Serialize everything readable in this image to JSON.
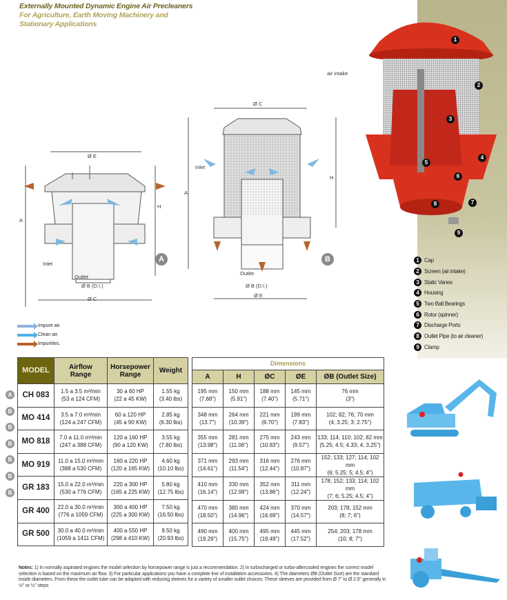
{
  "header": {
    "title": "Externally Mounted Dynamic Engine Air Precleaners",
    "subtitle_line1": "For Agriculture, Earth Moving Machinery and",
    "subtitle_line2": "Stationary Applications"
  },
  "drawing_a": {
    "letter": "A",
    "labels": {
      "e": "Ø E",
      "c": "Ø C",
      "b": "Ø B (D.I.)",
      "a": "A",
      "h": "H",
      "inlet": "Inlet",
      "outlet": "Outlet"
    }
  },
  "drawing_b": {
    "letter": "B",
    "labels": {
      "c": "Ø C",
      "e": "Ø E",
      "b": "Ø B (D.I.)",
      "a": "A",
      "h": "H",
      "inlet": "Inlet",
      "outlet": "Outlet"
    }
  },
  "cutaway": {
    "air_intake_label": "air intake",
    "callouts": [
      "1",
      "2",
      "3",
      "4",
      "5",
      "6",
      "7",
      "8",
      "9"
    ]
  },
  "parts": [
    {
      "n": "1",
      "label": "Cap"
    },
    {
      "n": "2",
      "label": "Screen (air intake)"
    },
    {
      "n": "3",
      "label": "Static Vanes"
    },
    {
      "n": "4",
      "label": "Housing"
    },
    {
      "n": "5",
      "label": "Two Ball Bearings"
    },
    {
      "n": "6",
      "label": "Rotor (spinner)"
    },
    {
      "n": "7",
      "label": "Discharge Ports"
    },
    {
      "n": "8",
      "label": "Outlet Pipe (to air cleaner)"
    },
    {
      "n": "9",
      "label": "Clamp"
    }
  ],
  "legend": [
    {
      "label": "Impure air.",
      "color": "#8cb4d8"
    },
    {
      "label": "Clean air.",
      "color": "#4fb0e8"
    },
    {
      "label": "Impurities.",
      "color": "#b8642a"
    }
  ],
  "table": {
    "headers": {
      "model": "MODEL",
      "airflow": [
        "Airflow",
        "Range"
      ],
      "hp": [
        "Horsepower",
        "Range"
      ],
      "weight": "Weight",
      "dimensions": "Dimensions",
      "a": "A",
      "h": "H",
      "c": "ØC",
      "e": "ØE",
      "b": "ØB  (Outlet Size)"
    },
    "rows": [
      {
        "type": "A",
        "model": "CH 083",
        "air1": "1.5 a 3.5 m³/min",
        "air2": "(53 a 124 CFM)",
        "hp1": "30 a 60 HP",
        "hp2": "(22 a 45 KW)",
        "w1": "1.55 kg",
        "w2": "(3.40 lbs)",
        "a1": "195 mm",
        "a2": "(7.68\")",
        "h1": "150 mm",
        "h2": "(5.91\")",
        "c1": "188 mm",
        "c2": "(7.40\")",
        "e1": "145 mm",
        "e2": "(5.71\")",
        "b1": "76 mm",
        "b2": "(3\")"
      },
      {
        "type": "B",
        "model": "MO 414",
        "air1": "3.5 a 7.0 m³/min",
        "air2": "(124 a 247 CFM)",
        "hp1": "60 a 120 HP",
        "hp2": "(45 a 90 KW)",
        "w1": "2.85 kg",
        "w2": "(6.30 lbs)",
        "a1": "348 mm",
        "a2": "(13.7\")",
        "h1": "264 mm",
        "h2": "(10.39\")",
        "c1": "221 mm",
        "c2": "(8.70\")",
        "e1": "199 mm",
        "e2": "(7.83\")",
        "b1": "102; 82; 76; 70 mm",
        "b2": "(4; 3.25; 3; 2.75\")"
      },
      {
        "type": "B",
        "model": "MO 818",
        "air1": "7.0 a 11.0 m³/min",
        "air2": "(247 a 388 CFM)",
        "hp1": "120 a 160 HP",
        "hp2": "(90 a 120 KW)",
        "w1": "3.55 kg",
        "w2": "(7.80 lbs)",
        "a1": "355 mm",
        "a2": "(13.98\")",
        "h1": "281 mm",
        "h2": "(11.06\")",
        "c1": "275 mm",
        "c2": "(10.83\")",
        "e1": "243 mm",
        "e2": "(9.57\")",
        "b1": "133; 114; 110; 102; 82 mm",
        "b2": "(5.25; 4.5; 4.33; 4; 3.25\")"
      },
      {
        "type": "B",
        "model": "MO 919",
        "air1": "11.0 a 15.0 m³/min",
        "air2": "(388 a 530 CFM)",
        "hp1": "160 a 220 HP",
        "hp2": "(120 a 165 KW)",
        "w1": "4.60 kg",
        "w2": "(10.10 lbs)",
        "a1": "371 mm",
        "a2": "(14.61\")",
        "h1": "293 mm",
        "h2": "(11.54\")",
        "c1": "316 mm",
        "c2": "(12.44\")",
        "e1": "276 mm",
        "e2": "(10.87\")",
        "b1": "152; 133; 127; 114; 102 mm",
        "b2": "(6; 5.25; 5; 4.5; 4\")"
      },
      {
        "type": "B",
        "model": "GR 183",
        "air1": "15.0 a 22.0 m³/min",
        "air2": "(530 a 776 CFM)",
        "hp1": "220 a 300 HP",
        "hp2": "(165 a 225 KW)",
        "w1": "5.80 kg",
        "w2": "(12.75 lbs)",
        "a1": "410 mm",
        "a2": "(16.14\")",
        "h1": "330 mm",
        "h2": "(12.99\")",
        "c1": "352 mm",
        "c2": "(13.86\")",
        "e1": "311 mm",
        "e2": "(12.24\")",
        "b1": "178; 152; 133; 114; 102 mm",
        "b2": "(7; 6; 5.25; 4.5; 4\")"
      },
      {
        "type": "B",
        "model": "GR 400",
        "air1": "22.0 a 30.0 m³/min",
        "air2": "(776 a 1059 CFM)",
        "hp1": "300 a 400 HP",
        "hp2": "(225 a 300 KW)",
        "w1": "7.50 kg",
        "w2": "(16.50 lbs)",
        "a1": "470 mm",
        "a2": "(18.50\")",
        "h1": "380 mm",
        "h2": "(14.96\")",
        "c1": "424 mm",
        "c2": "(16.69\")",
        "e1": "370 mm",
        "e2": "(14.57\")",
        "b1": "203; 178; 152 mm",
        "b2": "(8; 7; 6\")"
      },
      {
        "type": "B",
        "model": "GR 500",
        "air1": "30.0 a 40.0 m³/min",
        "air2": "(1059 a 1411 CFM)",
        "hp1": "400 a 550 HP",
        "hp2": "(298 a 410 KW)",
        "w1": "9.50 kg",
        "w2": "(20.93 lbs)",
        "a1": "490 mm",
        "a2": "(19.29\")",
        "h1": "400 mm",
        "h2": "(15.75\")",
        "c1": "495 mm",
        "c2": "(19.49\")",
        "e1": "445 mm",
        "e2": "(17.52\")",
        "b1": "254; 203; 178 mm",
        "b2": "(10; 8; 7\")"
      }
    ]
  },
  "notes": {
    "label": "Notes:",
    "text": "1) In normally aspirated engines the model selection by horsepower range is just a recommendation. 2) In turbocharged or turbo-aftercooled engines the correct model selection is based on the maximum air flow. 3) For particular applications you have a complete line of installation accessories. 4) The diameters ØB (Outlet Size) are the standard inside diameters. From these the outlet tube can be adapted with reducing sleeves for a variety of smaller outlet choices. These sleeves are provided from Ø 7\" to Ø 2.5\" generally in ½\" or ½\" steps"
  },
  "colors": {
    "olive": "#6d6510",
    "header_fill": "#d6d1a3",
    "precleaner_red": "#d8321e",
    "machine_blue": "#4fb0e8"
  }
}
